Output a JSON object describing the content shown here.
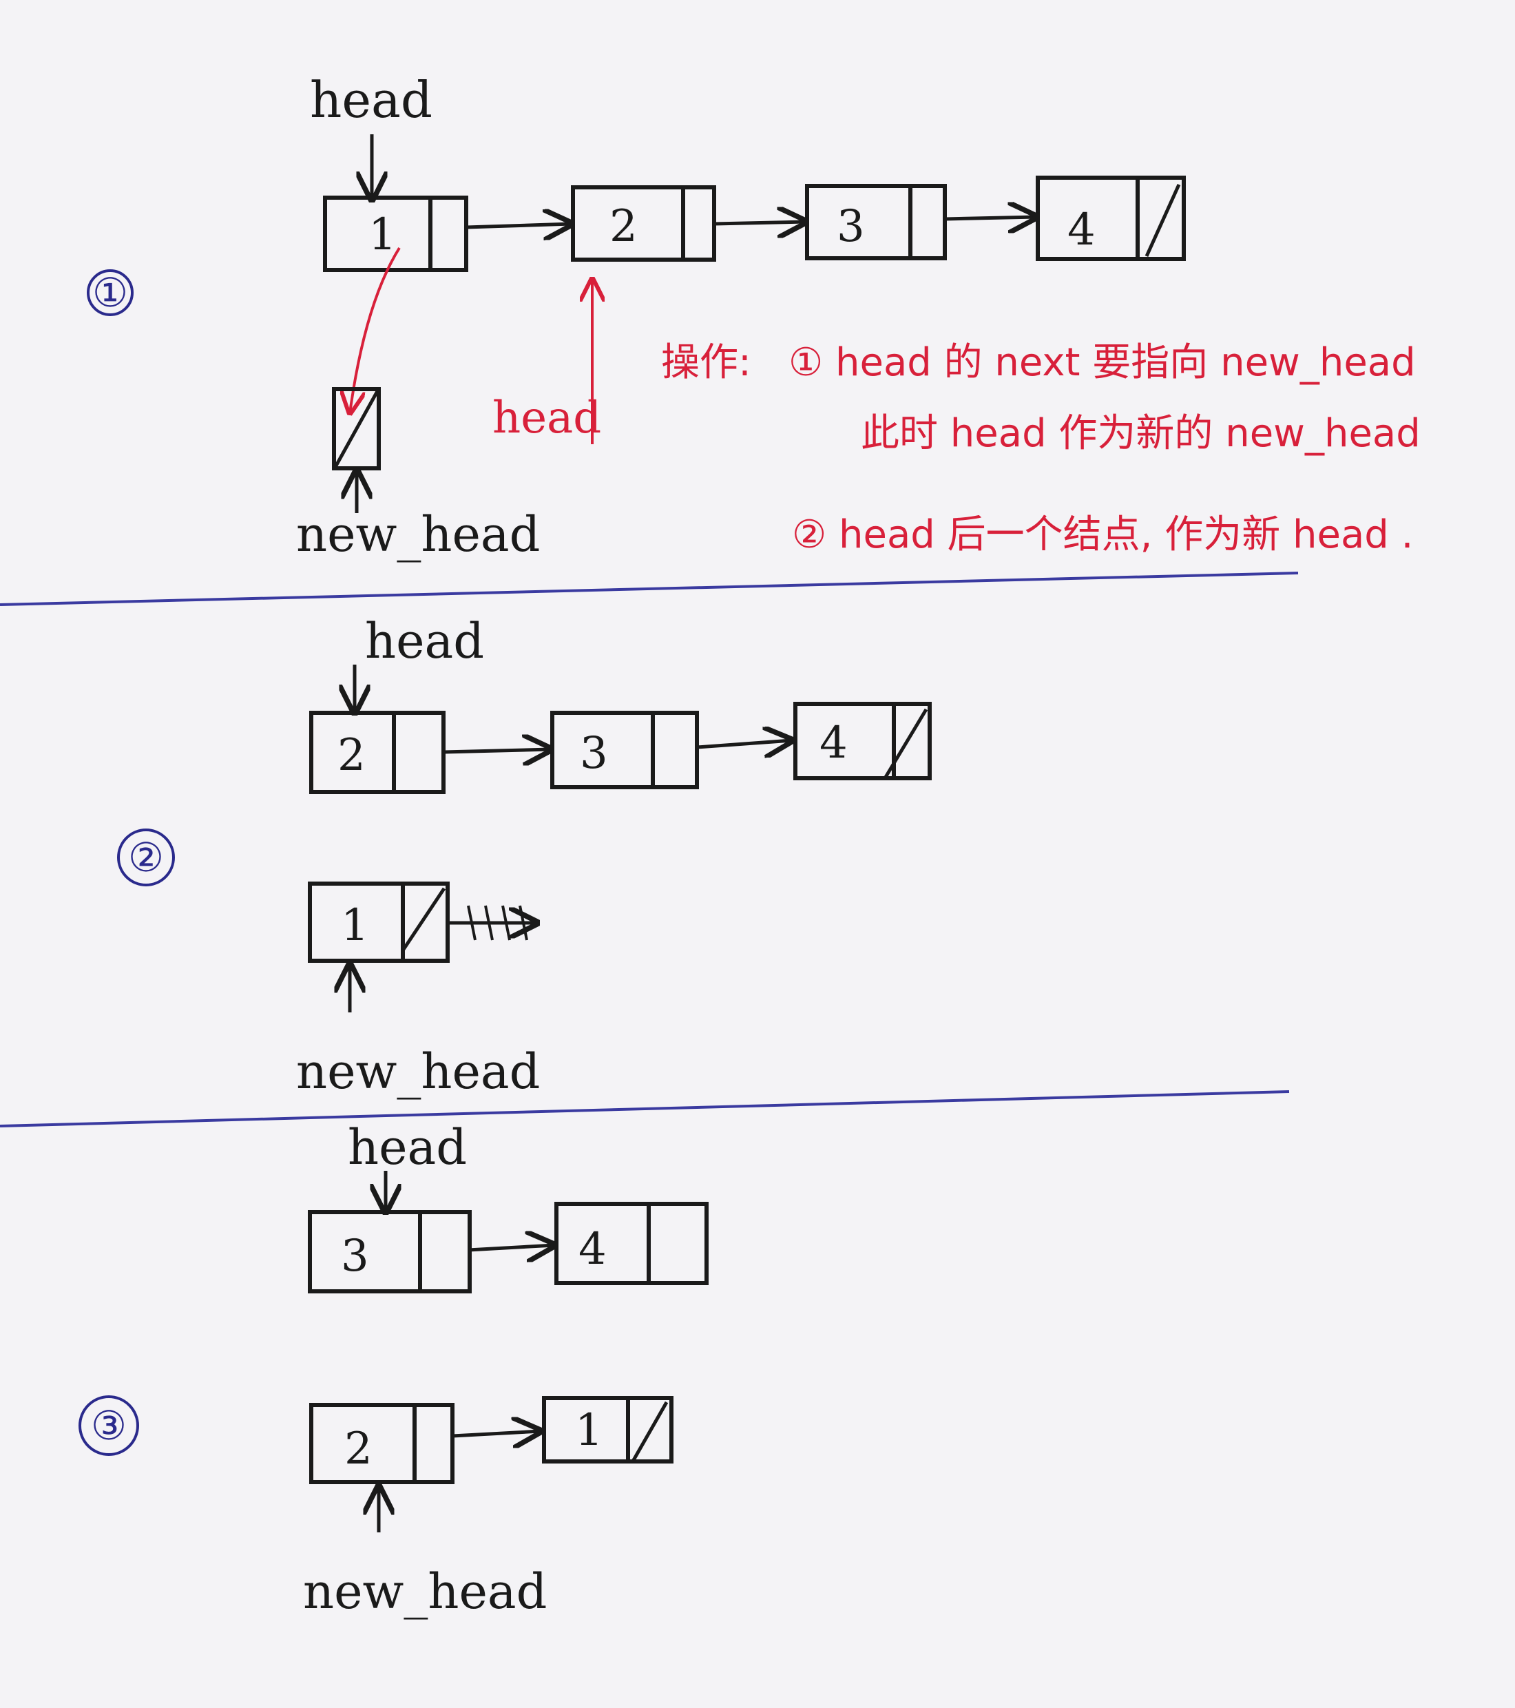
{
  "steps": [
    "①",
    "②",
    "③"
  ],
  "labels": {
    "head": "head",
    "new_head": "new_head"
  },
  "step1": {
    "nodes": [
      "1",
      "2",
      "3",
      "4"
    ],
    "operation_title": "操作:",
    "op1_line1": "① head 的 next 要指向 new_head",
    "op1_line2": "此时 head 作为新的 new_head",
    "op2": "② head 后一个结点, 作为新 head ."
  },
  "step2": {
    "list_nodes": [
      "2",
      "3",
      "4"
    ],
    "new_head_nodes": [
      "1"
    ]
  },
  "step3": {
    "list_nodes": [
      "3",
      "4"
    ],
    "new_head_nodes": [
      "2",
      "1"
    ]
  },
  "colors": {
    "ink": "#1a1a1a",
    "red": "#d8203a",
    "divider": "#3a3aa0",
    "step_circle": "#2a2a8c",
    "paper": "#f4f3f6"
  }
}
